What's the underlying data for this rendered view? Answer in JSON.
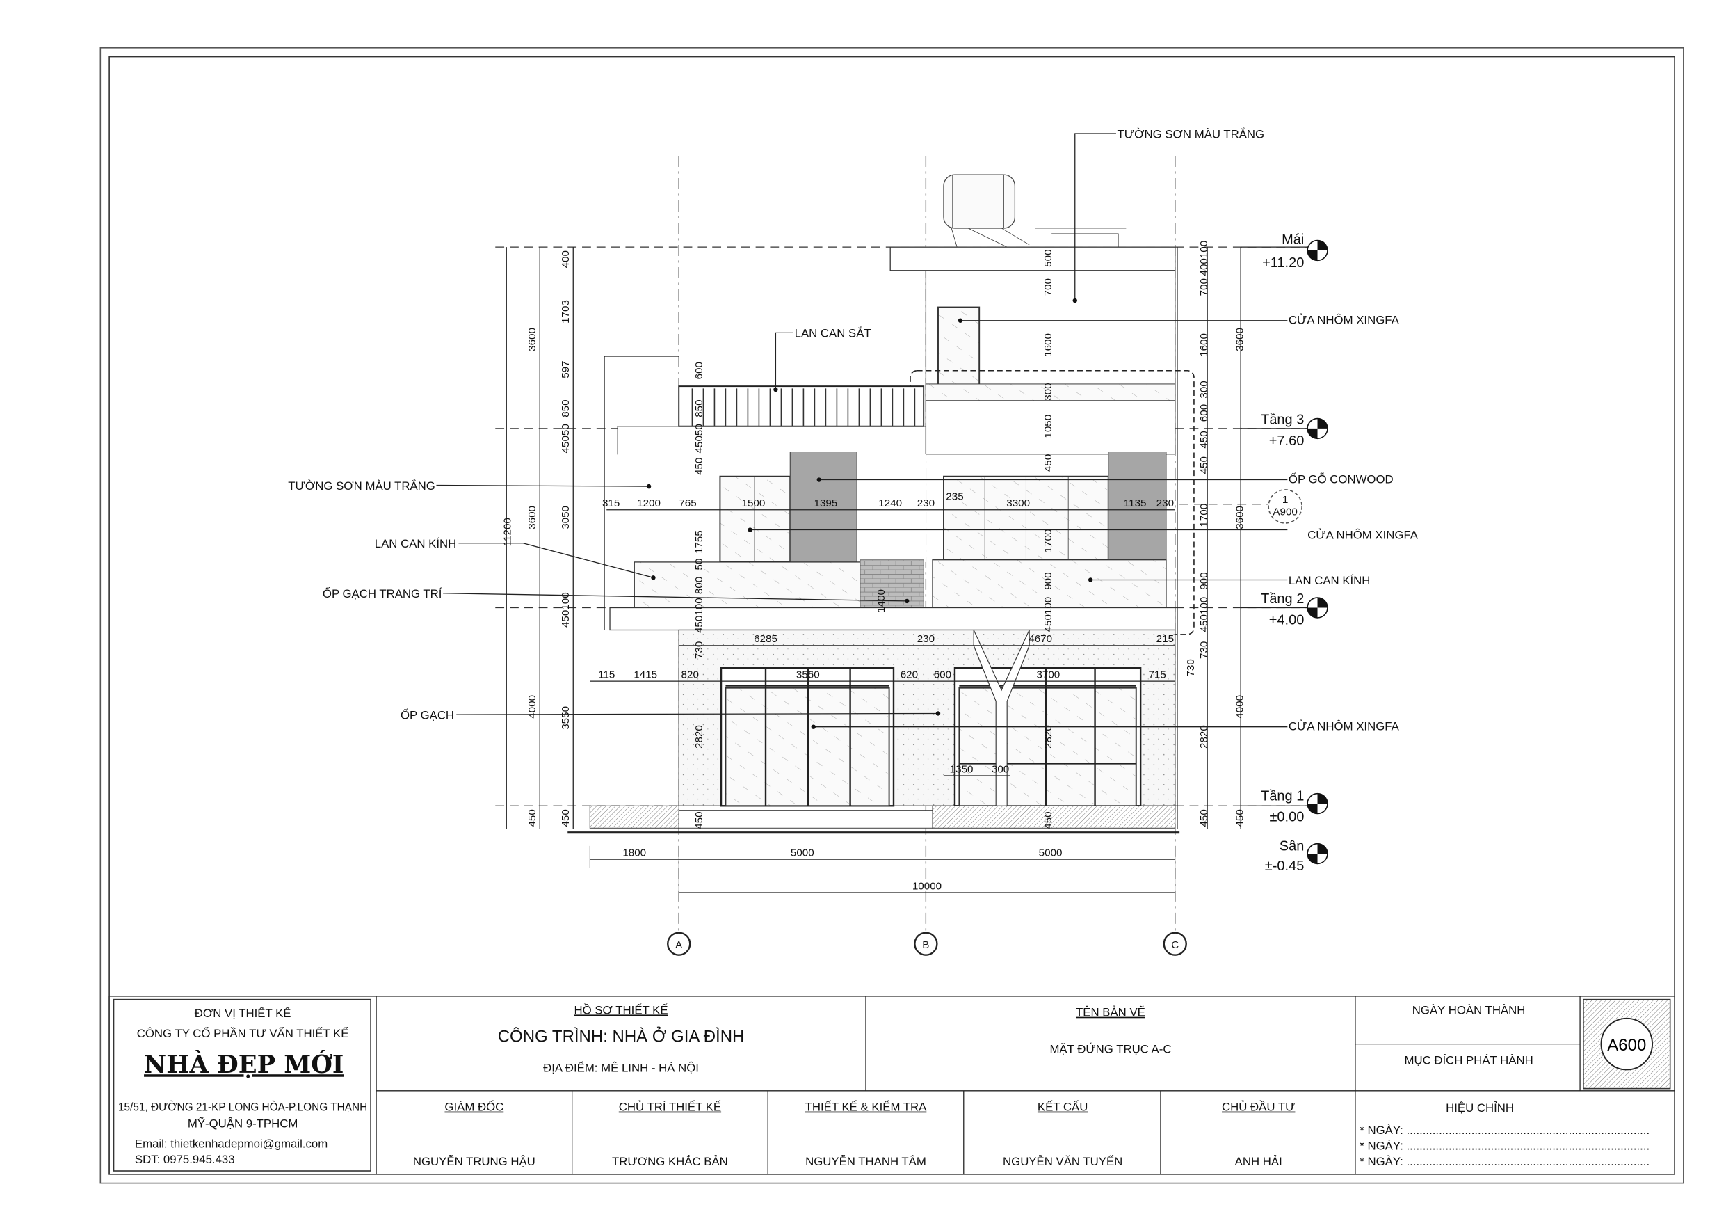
{
  "drawing": {
    "grid_axes": [
      "A",
      "B",
      "C"
    ],
    "levels": [
      {
        "name": "Mái",
        "elevation": "+11.20"
      },
      {
        "name": "Tầng 3",
        "elevation": "+7.60"
      },
      {
        "name": "Tầng 2",
        "elevation": "+4.00"
      },
      {
        "name": "Tầng 1",
        "elevation": "±0.00"
      },
      {
        "name": "Sân",
        "elevation": "±-0.45"
      }
    ],
    "notes": {
      "top_wall": "TƯỜNG SƠN MÀU TRẮNG",
      "left_wall": "TƯỜNG SƠN MÀU TRẮNG",
      "iron_railing": "LAN CAN SẮT",
      "glass_railing_left": "LAN CAN KÍNH",
      "deco_tile": "ỐP GẠCH TRANG TRÍ",
      "tile": "ỐP GẠCH",
      "door_top": "CỬA NHÔM XINGFA",
      "wood_cladding": "ỐP GỖ CONWOOD",
      "door_mid": "CỬA NHÔM XINGFA",
      "glass_railing_right": "LAN CAN KÍNH",
      "door_ground": "CỬA NHÔM XINGFA"
    },
    "section_marker": {
      "number": "1",
      "sheet": "A900"
    },
    "dims_total_left": "11200",
    "dims_left_floor": [
      "3600",
      "3600",
      "4000",
      "450"
    ],
    "dims_left_detail": [
      "400",
      "1703",
      "597",
      "850",
      "45050",
      "3050",
      "450100",
      "3550",
      "450"
    ],
    "dims_inner_left": [
      "600",
      "850",
      "45050",
      "450",
      "1755",
      "50",
      "800",
      "450100",
      "730",
      "2820",
      "450"
    ],
    "dims_inner_right": [
      "500",
      "700",
      "1600",
      "300",
      "1050",
      "450",
      "1700",
      "900",
      "450100",
      "730",
      "2820",
      "450"
    ],
    "dims_right_detail": [
      "400100",
      "700",
      "1600",
      "300",
      "600",
      "450",
      "450",
      "1700",
      "900",
      "450100",
      "730",
      "2820",
      "450"
    ],
    "dims_right_floor": [
      "3600",
      "3600",
      "4000",
      "450"
    ],
    "dims_row_floor2": [
      "315",
      "1200",
      "765",
      "1500",
      "1395",
      "1240",
      "230",
      "235",
      "3300",
      "1135",
      "230"
    ],
    "dims_row_slab": [
      "6285",
      "230",
      "4670",
      "215"
    ],
    "dims_row_ground": [
      "115",
      "1415",
      "820",
      "3560",
      "620",
      "600",
      "3700",
      "715"
    ],
    "dims_misc": [
      "1350",
      "300",
      "1400"
    ],
    "dims_bottom": [
      "1800",
      "5000",
      "5000"
    ],
    "dims_bottom_total": "10000"
  },
  "title_block": {
    "unit_label": "ĐƠN VỊ THIẾT KẾ",
    "company": "CÔNG TY CỔ PHẦN TƯ VẤN THIẾT KẾ",
    "brand": "NHÀ ĐẸP MỚI",
    "address_1": "15/51, ĐƯỜNG 21-KP LONG HÒA-P.LONG THẠNH",
    "address_2": "MỸ-QUẬN 9-TPHCM",
    "email": "Email: thietkenhadepmoi@gmail.com",
    "phone": "SDT: 0975.945.433",
    "dossier_label": "HỒ SƠ THIẾT KẾ",
    "project": "CÔNG TRÌNH: NHÀ Ở GIA ĐÌNH",
    "location": "ĐỊA ĐIỂM: MÊ LINH -  HÀ NỘI",
    "drawing_name_label": "TÊN BẢN VẼ",
    "drawing_name": "MẶT ĐỨNG TRỤC A-C",
    "completion_date_label": "NGÀY HOÀN THÀNH",
    "issue_purpose_label": "MỤC ĐÍCH PHÁT HÀNH",
    "sheet_number": "A600",
    "roles": [
      {
        "title": "GIÁM ĐỐC",
        "name": "NGUYỄN TRUNG HẬU"
      },
      {
        "title": "CHỦ TRÌ THIẾT KẾ",
        "name": "TRƯƠNG KHẮC BẢN"
      },
      {
        "title": "THIẾT KẾ & KIỂM TRA",
        "name": "NGUYỄN THANH TÂM"
      },
      {
        "title": "KẾT CẤU",
        "name": "NGUYỄN VĂN TUYẾN"
      },
      {
        "title": "CHỦ ĐẦU TƯ",
        "name": "ANH HẢI"
      }
    ],
    "revision_label": "HIỆU CHỈNH",
    "revision_rows": [
      "* NGÀY: ...........................................................................",
      "* NGÀY: ...........................................................................",
      "* NGÀY: ..........................................................................."
    ]
  }
}
